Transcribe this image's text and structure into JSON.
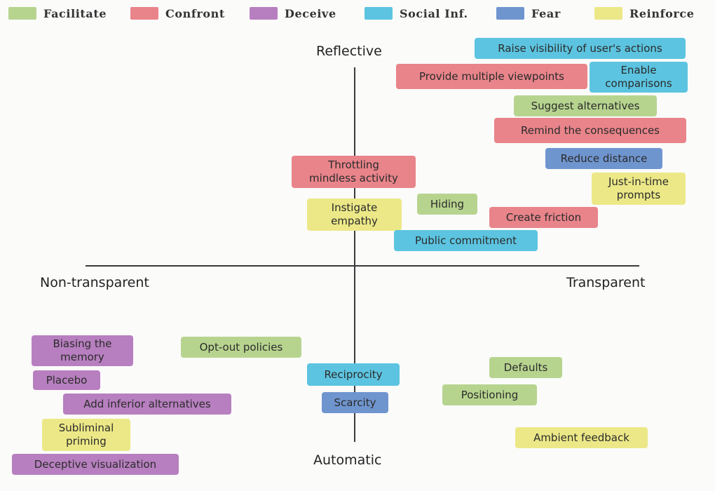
{
  "colors": {
    "facilitate": "#b7d48f",
    "confront": "#e8848a",
    "deceive": "#b77fbf",
    "social": "#5cc4e0",
    "fear": "#6f95cf",
    "reinforce": "#ece887"
  },
  "legend": [
    {
      "label": "Facilitate",
      "category": "facilitate"
    },
    {
      "label": "Confront",
      "category": "confront"
    },
    {
      "label": "Deceive",
      "category": "deceive"
    },
    {
      "label": "Social Inf.",
      "category": "social"
    },
    {
      "label": "Fear",
      "category": "fear"
    },
    {
      "label": "Reinforce",
      "category": "reinforce"
    }
  ],
  "axes": {
    "top": "Reflective",
    "bottom": "Automatic",
    "left": "Non-transparent",
    "right": "Transparent"
  },
  "tags": [
    {
      "id": "raise-visibility",
      "label": "Raise visibility of user's actions",
      "category": "social"
    },
    {
      "id": "multiple-viewpoints",
      "label": "Provide multiple viewpoints",
      "category": "confront"
    },
    {
      "id": "enable-comparisons",
      "label": "Enable\ncomparisons",
      "category": "social"
    },
    {
      "id": "suggest-alternatives",
      "label": "Suggest alternatives",
      "category": "facilitate"
    },
    {
      "id": "remind-consequences",
      "label": "Remind the consequences",
      "category": "confront"
    },
    {
      "id": "reduce-distance",
      "label": "Reduce distance",
      "category": "fear"
    },
    {
      "id": "throttling",
      "label": "Throttling\nmindless activity",
      "category": "confront"
    },
    {
      "id": "just-in-time",
      "label": "Just-in-time\nprompts",
      "category": "reinforce"
    },
    {
      "id": "hiding",
      "label": "Hiding",
      "category": "facilitate"
    },
    {
      "id": "instigate-empathy",
      "label": "Instigate\nempathy",
      "category": "reinforce"
    },
    {
      "id": "create-friction",
      "label": "Create friction",
      "category": "confront"
    },
    {
      "id": "public-commitment",
      "label": "Public commitment",
      "category": "social"
    },
    {
      "id": "biasing-memory",
      "label": "Biasing the\nmemory",
      "category": "deceive"
    },
    {
      "id": "opt-out",
      "label": "Opt-out policies",
      "category": "facilitate"
    },
    {
      "id": "placebo",
      "label": "Placebo",
      "category": "deceive"
    },
    {
      "id": "reciprocity",
      "label": "Reciprocity",
      "category": "social"
    },
    {
      "id": "defaults",
      "label": "Defaults",
      "category": "facilitate"
    },
    {
      "id": "positioning",
      "label": "Positioning",
      "category": "facilitate"
    },
    {
      "id": "inferior-alternatives",
      "label": "Add inferior alternatives",
      "category": "deceive"
    },
    {
      "id": "scarcity",
      "label": "Scarcity",
      "category": "fear"
    },
    {
      "id": "subliminal-priming",
      "label": "Subliminal\npriming",
      "category": "reinforce"
    },
    {
      "id": "ambient-feedback",
      "label": "Ambient feedback",
      "category": "reinforce"
    },
    {
      "id": "deceptive-visualization",
      "label": "Deceptive visualization",
      "category": "deceive"
    }
  ]
}
